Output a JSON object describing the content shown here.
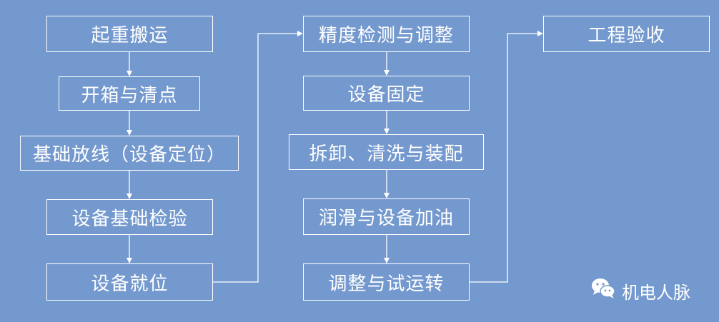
{
  "diagram": {
    "column1": [
      "起重搬运",
      "开箱与清点",
      "基础放线（设备定位）",
      "设备基础检验",
      "设备就位"
    ],
    "column2": [
      "精度检测与调整",
      "设备固定",
      "拆卸、清洗与装配",
      "润滑与设备加油",
      "调整与试运转"
    ],
    "column3": [
      "工程验收"
    ]
  },
  "watermark": {
    "text": "机电人脉",
    "icon": "wechat-icon"
  },
  "colors": {
    "background": "#7499ce",
    "line": "#ffffff"
  }
}
